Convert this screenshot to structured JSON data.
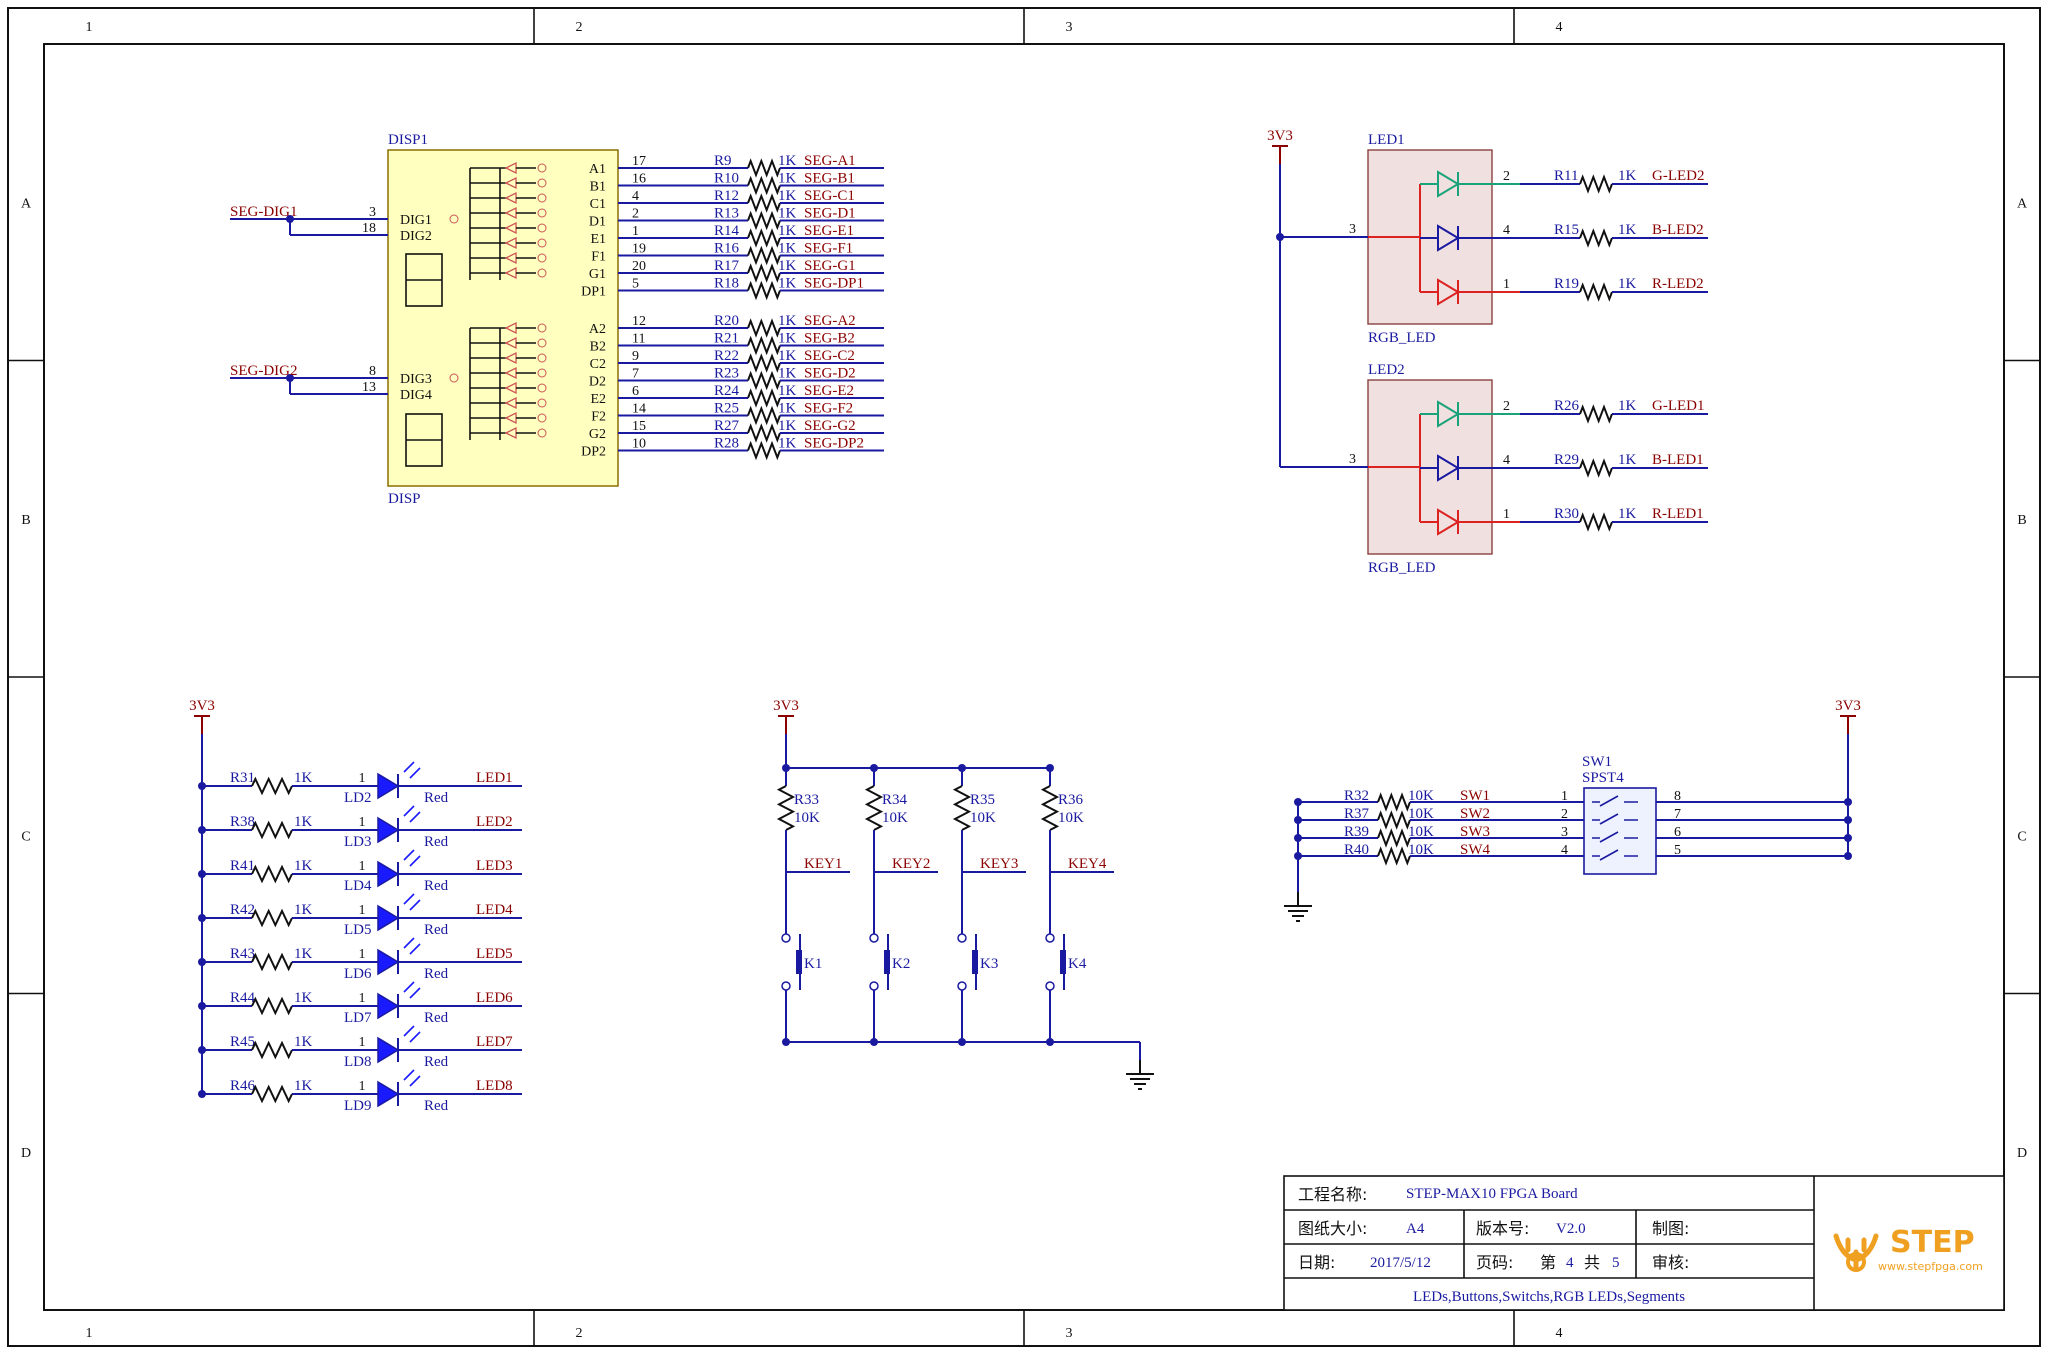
{
  "frame": {
    "cols": [
      "1",
      "2",
      "3",
      "4"
    ],
    "rows": [
      "A",
      "B",
      "C",
      "D"
    ]
  },
  "disp": {
    "designator": "DISP1",
    "comment": "DISP",
    "left_pins": [
      {
        "num": "3",
        "name": "DIG1"
      },
      {
        "num": "18",
        "name": "DIG2"
      },
      {
        "num": "8",
        "name": "DIG3"
      },
      {
        "num": "13",
        "name": "DIG4"
      }
    ],
    "nets_left": [
      "SEG-DIG1",
      "SEG-DIG2"
    ],
    "rows": [
      {
        "pin": "A1",
        "num": "17",
        "res": "R9",
        "net": "SEG-A1"
      },
      {
        "pin": "B1",
        "num": "16",
        "res": "R10",
        "net": "SEG-B1"
      },
      {
        "pin": "C1",
        "num": "4",
        "res": "R12",
        "net": "SEG-C1"
      },
      {
        "pin": "D1",
        "num": "2",
        "res": "R13",
        "net": "SEG-D1"
      },
      {
        "pin": "E1",
        "num": "1",
        "res": "R14",
        "net": "SEG-E1"
      },
      {
        "pin": "F1",
        "num": "19",
        "res": "R16",
        "net": "SEG-F1"
      },
      {
        "pin": "G1",
        "num": "20",
        "res": "R17",
        "net": "SEG-G1"
      },
      {
        "pin": "DP1",
        "num": "5",
        "res": "R18",
        "net": "SEG-DP1"
      },
      {
        "pin": "A2",
        "num": "12",
        "res": "R20",
        "net": "SEG-A2"
      },
      {
        "pin": "B2",
        "num": "11",
        "res": "R21",
        "net": "SEG-B2"
      },
      {
        "pin": "C2",
        "num": "9",
        "res": "R22",
        "net": "SEG-C2"
      },
      {
        "pin": "D2",
        "num": "7",
        "res": "R23",
        "net": "SEG-D2"
      },
      {
        "pin": "E2",
        "num": "6",
        "res": "R24",
        "net": "SEG-E2"
      },
      {
        "pin": "F2",
        "num": "14",
        "res": "R25",
        "net": "SEG-F2"
      },
      {
        "pin": "G2",
        "num": "15",
        "res": "R27",
        "net": "SEG-G2"
      },
      {
        "pin": "DP2",
        "num": "10",
        "res": "R28",
        "net": "SEG-DP2"
      }
    ],
    "res_value": "1K"
  },
  "rgb": {
    "power": "3V3",
    "comment": "RGB_LED",
    "common_pin": "3",
    "parts": [
      {
        "designator": "LED1",
        "channels": [
          {
            "num": "2",
            "res": "R11",
            "val": "1K",
            "net": "G-LED2",
            "color": "#1aa37a"
          },
          {
            "num": "4",
            "res": "R15",
            "val": "1K",
            "net": "B-LED2",
            "color": "#1a1aa0"
          },
          {
            "num": "1",
            "res": "R19",
            "val": "1K",
            "net": "R-LED2",
            "color": "#d22"
          }
        ]
      },
      {
        "designator": "LED2",
        "channels": [
          {
            "num": "2",
            "res": "R26",
            "val": "1K",
            "net": "G-LED1",
            "color": "#1aa37a"
          },
          {
            "num": "4",
            "res": "R29",
            "val": "1K",
            "net": "B-LED1",
            "color": "#1a1aa0"
          },
          {
            "num": "1",
            "res": "R30",
            "val": "1K",
            "net": "R-LED1",
            "color": "#d22"
          }
        ]
      }
    ]
  },
  "leds": {
    "power": "3V3",
    "pin": "1",
    "color_label": "Red",
    "items": [
      {
        "res": "R31",
        "val": "1K",
        "led": "LD2",
        "net": "LED1"
      },
      {
        "res": "R38",
        "val": "1K",
        "led": "LD3",
        "net": "LED2"
      },
      {
        "res": "R41",
        "val": "1K",
        "led": "LD4",
        "net": "LED3"
      },
      {
        "res": "R42",
        "val": "1K",
        "led": "LD5",
        "net": "LED4"
      },
      {
        "res": "R43",
        "val": "1K",
        "led": "LD6",
        "net": "LED5"
      },
      {
        "res": "R44",
        "val": "1K",
        "led": "LD7",
        "net": "LED6"
      },
      {
        "res": "R45",
        "val": "1K",
        "led": "LD8",
        "net": "LED7"
      },
      {
        "res": "R46",
        "val": "1K",
        "led": "LD9",
        "net": "LED8"
      }
    ]
  },
  "keys": {
    "power": "3V3",
    "items": [
      {
        "res": "R33",
        "val": "10K",
        "net": "KEY1",
        "key": "K1"
      },
      {
        "res": "R34",
        "val": "10K",
        "net": "KEY2",
        "key": "K2"
      },
      {
        "res": "R35",
        "val": "10K",
        "net": "KEY3",
        "key": "K3"
      },
      {
        "res": "R36",
        "val": "10K",
        "net": "KEY4",
        "key": "K4"
      }
    ]
  },
  "switches": {
    "power": "3V3",
    "designator": "SW1",
    "comment": "SPST4",
    "items": [
      {
        "res": "R32",
        "val": "10K",
        "net": "SW1",
        "pin_l": "1",
        "pin_r": "8"
      },
      {
        "res": "R37",
        "val": "10K",
        "net": "SW2",
        "pin_l": "2",
        "pin_r": "7"
      },
      {
        "res": "R39",
        "val": "10K",
        "net": "SW3",
        "pin_l": "3",
        "pin_r": "6"
      },
      {
        "res": "R40",
        "val": "10K",
        "net": "SW4",
        "pin_l": "4",
        "pin_r": "5"
      }
    ]
  },
  "title_block": {
    "project_label": "工程名称:",
    "project": "STEP-MAX10 FPGA Board",
    "size_label": "图纸大小:",
    "size": "A4",
    "version_label": "版本号:",
    "version": "V2.0",
    "drawn_label": "制图:",
    "date_label": "日期:",
    "date": "2017/5/12",
    "page_label": "页码:",
    "page_di": "第",
    "page": "4",
    "page_gong": "共",
    "pages": "5",
    "review_label": "审核:",
    "description": "LEDs,Buttons,Switchs,RGB LEDs,Segments",
    "logo_text": "STEP",
    "logo_url": "www.stepfpga.com",
    "logo_color": "#f0a020"
  }
}
